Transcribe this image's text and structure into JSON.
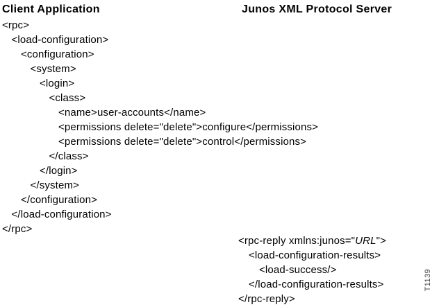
{
  "client": {
    "title": "Client Application",
    "xml_lines": [
      {
        "indent": 0,
        "text": "<rpc>"
      },
      {
        "indent": 1,
        "text": "<load-configuration>"
      },
      {
        "indent": 2,
        "text": "<configuration>"
      },
      {
        "indent": 3,
        "text": "<system>"
      },
      {
        "indent": 4,
        "text": "<login>"
      },
      {
        "indent": 5,
        "text": "<class>"
      },
      {
        "indent": 6,
        "text": "<name>user-accounts</name>"
      },
      {
        "indent": 6,
        "text": "<permissions delete=\"delete\">configure</permissions>"
      },
      {
        "indent": 6,
        "text": "<permissions delete=\"delete\">control</permissions>"
      },
      {
        "indent": 5,
        "text": "</class>"
      },
      {
        "indent": 4,
        "text": "</login>"
      },
      {
        "indent": 3,
        "text": "</system>"
      },
      {
        "indent": 2,
        "text": "</configuration>"
      },
      {
        "indent": 1,
        "text": "</load-configuration>"
      },
      {
        "indent": 0,
        "text": "</rpc>"
      }
    ]
  },
  "server": {
    "title": "Junos XML Protocol Server",
    "xml_lines": [
      {
        "indent": 0,
        "parts": [
          {
            "text": "<rpc-reply xmlns:junos=\""
          },
          {
            "text": "URL",
            "italic": true
          },
          {
            "text": "\">"
          }
        ]
      },
      {
        "indent": 1,
        "text": "<load-configuration-results>"
      },
      {
        "indent": 2,
        "text": "<load-success/>"
      },
      {
        "indent": 1,
        "text": "</load-configuration-results>"
      },
      {
        "indent": 0,
        "text": "</rpc-reply>"
      }
    ]
  },
  "figure_number": "T1139",
  "colors": {
    "text": "#000000",
    "background": "#ffffff",
    "figure_number": "#4a4a4a"
  }
}
